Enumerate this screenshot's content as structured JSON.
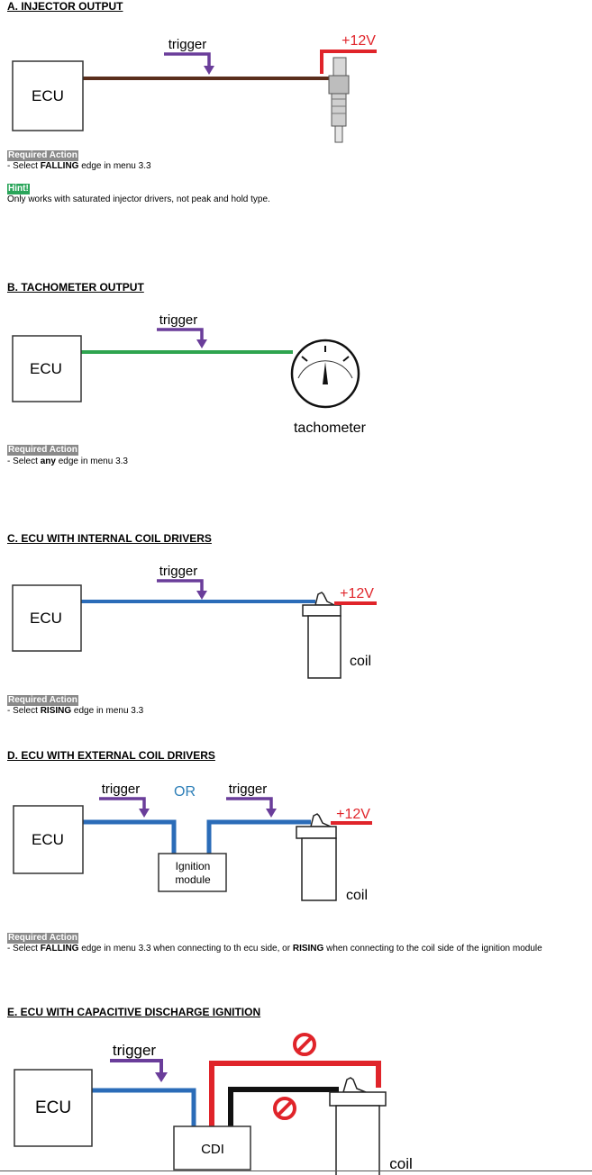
{
  "common": {
    "ecu": "ECU",
    "trigger": "trigger",
    "v12": "+12V",
    "coil": "coil",
    "required_action": "Required Action",
    "hint": "Hint!"
  },
  "section_a": {
    "title": "A. INJECTOR OUTPUT",
    "action_prefix": "- Select ",
    "action_bold": "FALLING",
    "action_suffix": " edge in menu 3.3",
    "hint_text": "Only works with saturated injector drivers, not peak and hold type."
  },
  "section_b": {
    "title": "B. TACHOMETER OUTPUT",
    "tachometer": "tachometer",
    "action_prefix": "- Select ",
    "action_bold": "any",
    "action_suffix": " edge in menu 3.3"
  },
  "section_c": {
    "title": "C. ECU WITH INTERNAL COIL DRIVERS",
    "action_prefix": "- Select ",
    "action_bold": "RISING",
    "action_suffix": " edge in menu 3.3"
  },
  "section_d": {
    "title": "D. ECU WITH EXTERNAL COIL DRIVERS",
    "or": "OR",
    "module_line1": "Ignition",
    "module_line2": "module",
    "action_prefix": "- Select ",
    "action_bold1": "FALLING",
    "action_mid": " edge in menu 3.3 when connecting to th ecu side, or ",
    "action_bold2": "RISING",
    "action_suffix": " when connecting to the coil side of the ignition module"
  },
  "section_e": {
    "title": "E. ECU WITH CAPACITIVE DISCHARGE IGNITION",
    "cdi": "CDI"
  },
  "colors": {
    "injector_wire": "#5a2e1c",
    "tach_wire": "#2ea44f",
    "coil_wire": "#2b6cb8",
    "power_wire": "#e0242a",
    "trigger_arrow": "#6a3d9a",
    "or_text": "#2e7fb8",
    "forbidden": "#e0242a"
  }
}
